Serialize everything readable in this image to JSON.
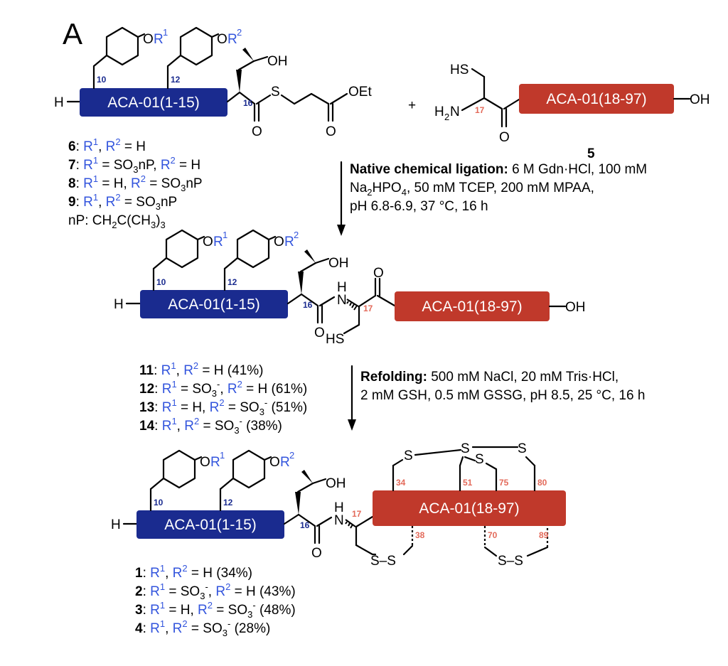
{
  "panel_label": "A",
  "blocks": {
    "peptide_1_15": "ACA-01(1-15)",
    "peptide_18_97": "ACA-01(18-97)"
  },
  "atoms": {
    "H": "H",
    "OH": "OH",
    "OEt": "OEt",
    "S": "S",
    "O": "O",
    "N": "N",
    "HS": "HS",
    "H2N_H": "H",
    "H2N_2": "2",
    "H2N_N": "N",
    "SS": "S–S",
    "OR1_O": "O",
    "OR1_R": "R",
    "OR1_sup": "1",
    "OR2_sup": "2",
    "plus": "+"
  },
  "residue_numbers": {
    "r10": "10",
    "r12": "12",
    "r16": "16",
    "r17": "17",
    "r34": "34",
    "r38": "38",
    "r51": "51",
    "r70": "70",
    "r75": "75",
    "r80": "80",
    "r89": "89"
  },
  "compound_5": "5",
  "thioesters": [
    {
      "num": "6",
      "text": "R1, R2 = H"
    },
    {
      "num": "7",
      "text": "R1 = SO3nP, R2 = H"
    },
    {
      "num": "8",
      "text": "R1 = H, R2 = SO3nP"
    },
    {
      "num": "9",
      "text": "R1, R2 = SO3nP"
    }
  ],
  "nP_definition": "nP: CH2C(CH3)3",
  "step1": {
    "title": "Native chemical ligation:",
    "line1": " 6 M Gdn·HCl, 100 mM",
    "line2": "Na2HPO4, 50 mM TCEP, 200 mM MPAA,",
    "line3": "pH 6.8-6.9, 37 °C, 16 h"
  },
  "ligated": [
    {
      "num": "11",
      "text": "R1, R2 = H (41%)"
    },
    {
      "num": "12",
      "text": "R1 = SO3-, R2 = H (61%)"
    },
    {
      "num": "13",
      "text": "R1 = H, R2 = SO3- (51%)"
    },
    {
      "num": "14",
      "text": "R1, R2 = SO3- (38%)"
    }
  ],
  "step2": {
    "title": "Refolding:",
    "line1": " 500 mM NaCl, 20 mM Tris·HCl,",
    "line2": "2 mM GSH, 0.5 mM GSSG, pH 8.5, 25 °C, 16 h"
  },
  "folded": [
    {
      "num": "1",
      "text": "R1, R2 = H (34%)"
    },
    {
      "num": "2",
      "text": "R1 = SO3-, R2 = H (43%)"
    },
    {
      "num": "3",
      "text": "R1 = H, R2 = SO3- (48%)"
    },
    {
      "num": "4",
      "text": "R1, R2 = SO3- (28%)"
    }
  ],
  "colors": {
    "blue_block": "#1a2b8f",
    "red_block": "#c0392b",
    "r_group_text": "#3355dd",
    "residue_red": "#e36a5a"
  }
}
